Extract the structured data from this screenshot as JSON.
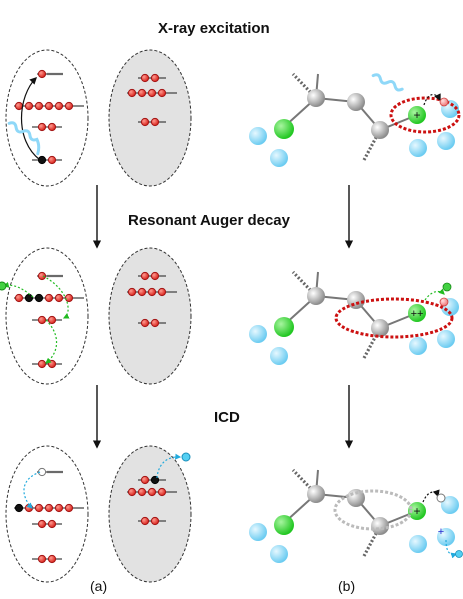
{
  "stages": {
    "excitation": "X-ray excitation",
    "auger": "Resonant Auger decay",
    "icd": "ICD"
  },
  "panels": {
    "a": "(a)",
    "b": "(b)"
  },
  "charges": {
    "single": "+",
    "double": "++"
  },
  "colors": {
    "electron": "#e8423a",
    "electron_edge": "#a31515",
    "hole_electron": "#111111",
    "orbital_line": "#444444",
    "empty_level": "#aaaaaa",
    "neighbor_fill": "#e2e2e2",
    "dotted_outline": "#333333",
    "carbon": "#b8b8b8",
    "nitrogen_green": "#3ed23e",
    "water_blue": "#8ddcf6",
    "charge_ring": "#cc1111",
    "icd_ring": "#bbbbbb",
    "photon": "#8fd8f8",
    "green_arrow": "#22bb22",
    "cyan_arrow": "#22aadd"
  }
}
